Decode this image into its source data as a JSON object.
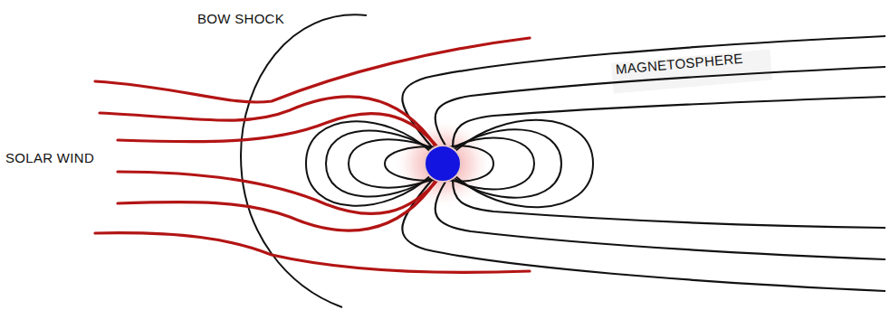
{
  "diagram": {
    "labels": [
      "BOW SHOCK",
      "MAGNETOSPHERE",
      "SOLAR WIND"
    ]
  }
}
